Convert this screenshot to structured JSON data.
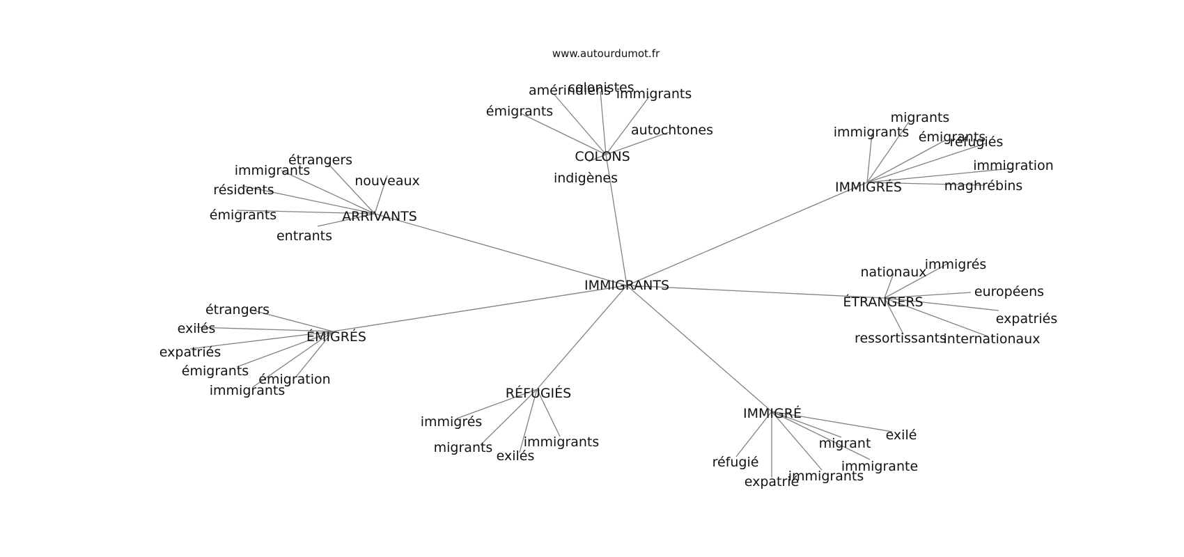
{
  "watermark": "www.autourdumot.fr",
  "center": {
    "id": "center",
    "label": "IMMIGRANTS"
  },
  "clusters": [
    {
      "id": "colons",
      "label": "COLONS",
      "leaves": [
        "amérindiens",
        "colonistes",
        "immigrants",
        "émigrants",
        "autochtones",
        "indigènes"
      ]
    },
    {
      "id": "immigres",
      "label": "IMMIGRÉS",
      "leaves": [
        "migrants",
        "immigrants",
        "émigrants",
        "réfugiés",
        "immigration",
        "maghrébins"
      ]
    },
    {
      "id": "arrivants",
      "label": "ARRIVANTS",
      "leaves": [
        "étrangers",
        "immigrants",
        "nouveaux",
        "résidents",
        "émigrants",
        "entrants"
      ]
    },
    {
      "id": "etrangers",
      "label": "ÉTRANGERS",
      "leaves": [
        "nationaux",
        "immigrés",
        "européens",
        "expatriés",
        "ressortissants",
        "internationaux"
      ]
    },
    {
      "id": "emigres",
      "label": "ÉMIGRÉS",
      "leaves": [
        "étrangers",
        "exilés",
        "expatriés",
        "émigrants",
        "émigration",
        "immigrants"
      ]
    },
    {
      "id": "refugies",
      "label": "RÉFUGIÉS",
      "leaves": [
        "immigrés",
        "migrants",
        "exilés",
        "immigrants"
      ]
    },
    {
      "id": "immigre",
      "label": "IMMIGRÉ",
      "leaves": [
        "exilé",
        "migrant",
        "immigrante",
        "réfugié",
        "expatrié",
        "immigrants"
      ]
    }
  ]
}
